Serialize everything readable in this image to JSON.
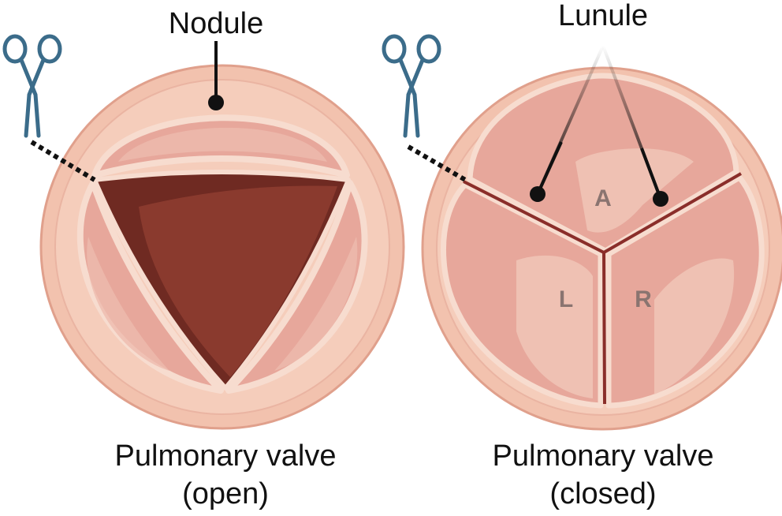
{
  "labels": {
    "nodule": "Nodule",
    "lunule": "Lunule",
    "open_title_line1": "Pulmonary valve",
    "open_title_line2": "(open)",
    "closed_title_line1": "Pulmonary valve",
    "closed_title_line2": "(closed)"
  },
  "leaflets": {
    "anterior": "A",
    "left": "L",
    "right": "R"
  },
  "icons": {
    "cut_tool": "scissors-icon"
  },
  "colors": {
    "annulus": "#f2c2ae",
    "annulus_edge": "#e0a08c",
    "leaflet": "#e7a79b",
    "leaflet_light": "#f0c5b7",
    "leaflet_edge": "#f7dccf",
    "orifice": "#8a3a2e",
    "orifice_edge": "#6f2a22",
    "coaptation": "#8a2e2a",
    "scissors": "#3b6c8a",
    "pointer": "#111111",
    "letter": "#8a7470"
  }
}
